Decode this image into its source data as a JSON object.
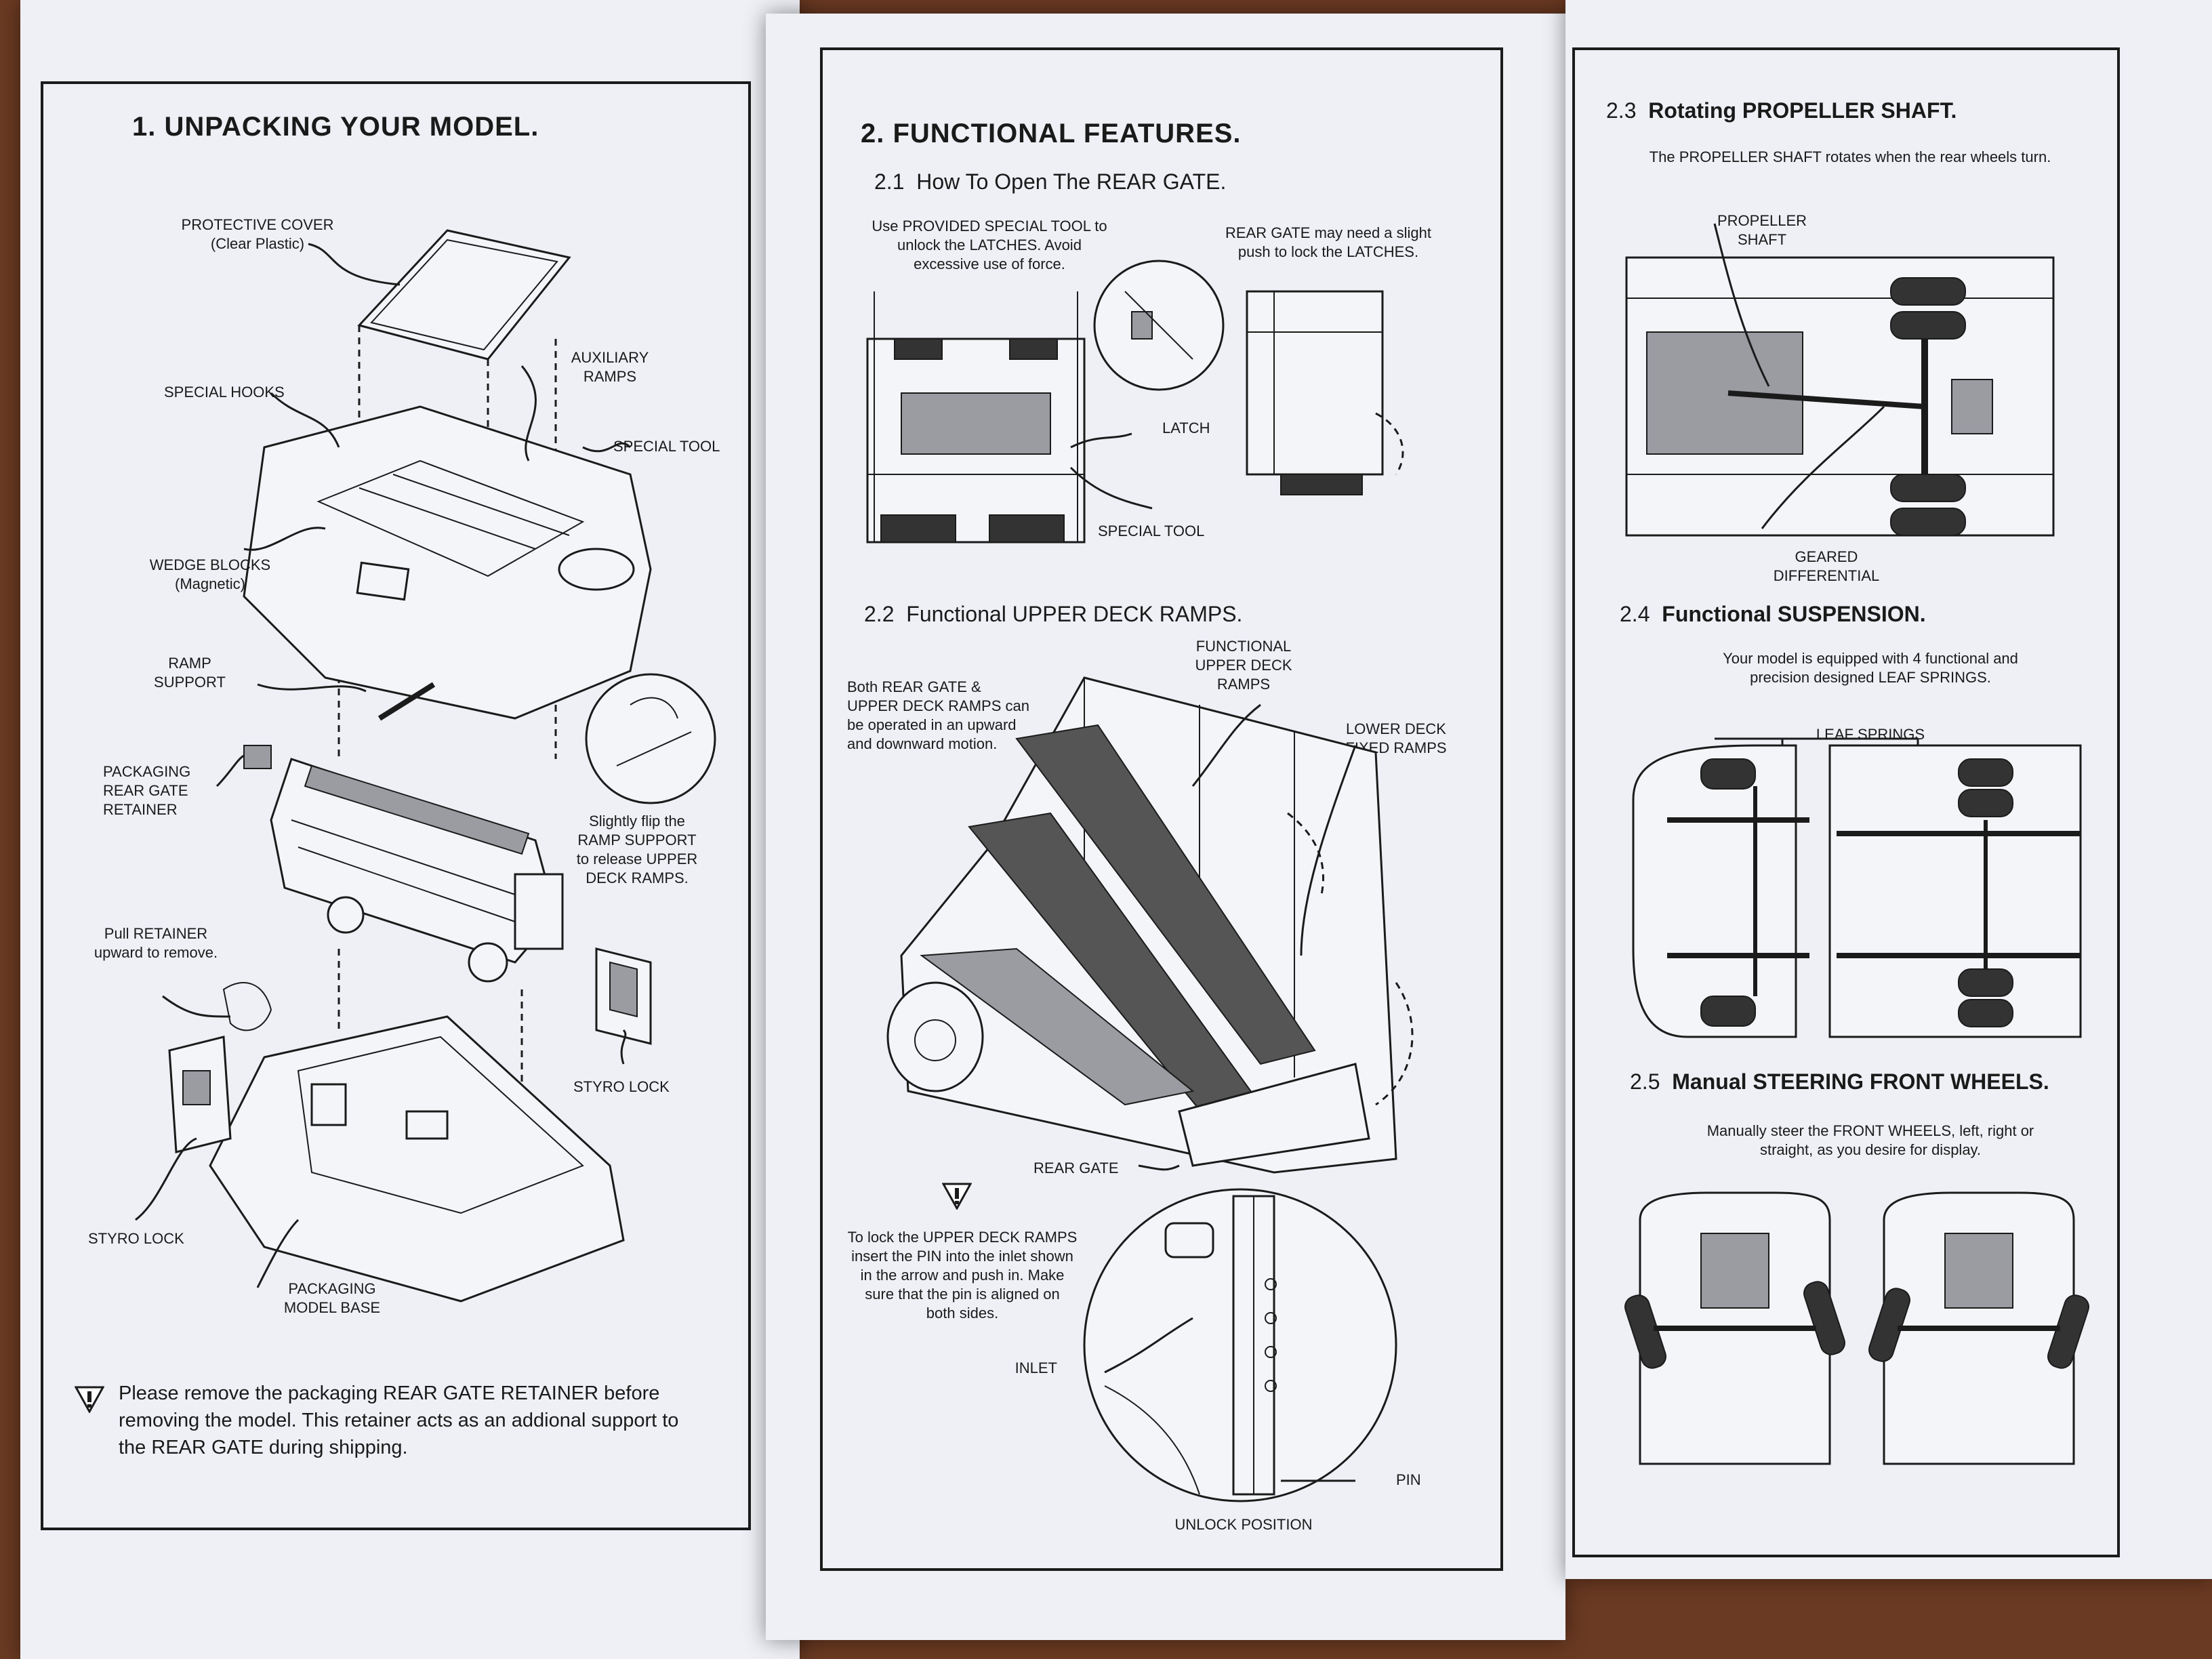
{
  "panel_left": {
    "title": "1.  UNPACKING YOUR MODEL.",
    "labels": {
      "protective_cover": "PROTECTIVE COVER\n(Clear Plastic)",
      "auxiliary_ramps": "AUXILIARY\nRAMPS",
      "special_hooks": "SPECIAL HOOKS",
      "special_tool": "SPECIAL TOOL",
      "wedge_blocks": "WEDGE BLOCKS\n(Magnetic)",
      "ramp_support": "RAMP\nSUPPORT",
      "packaging_retainer": "PACKAGING\nREAR GATE\nRETAINER",
      "flip_note": "Slightly flip the\nRAMP SUPPORT\nto release UPPER\nDECK RAMPS.",
      "pull_retainer": "Pull RETAINER\nupward to remove.",
      "styro_lock_right": "STYRO LOCK",
      "styro_lock_left": "STYRO LOCK",
      "packaging_base": "PACKAGING\nMODEL BASE"
    },
    "note": "Please remove the packaging REAR GATE RETAINER before removing the model. This retainer acts as an addional support to the REAR GATE during shipping."
  },
  "panel_middle": {
    "title": "2.  FUNCTIONAL FEATURES.",
    "sec21": {
      "num": "2.1",
      "title": "How To Open The REAR GATE."
    },
    "tool_note": "Use PROVIDED SPECIAL TOOL to\nunlock the LATCHES.  Avoid\nexcessive use of force.",
    "gate_note": "REAR GATE may need a slight\npush to lock the LATCHES.",
    "latch": "LATCH",
    "special_tool": "SPECIAL TOOL",
    "sec22": {
      "num": "2.2",
      "title": "Functional UPPER DECK RAMPS."
    },
    "ramps_note": "Both REAR GATE &\nUPPER DECK RAMPS can\nbe operated in an upward\nand downward motion.",
    "upper_ramps": "FUNCTIONAL\nUPPER DECK\nRAMPS",
    "lower_ramps": "LOWER DECK\nFIXED RAMPS",
    "rear_gate": "REAR GATE",
    "lock_note": "To lock the UPPER DECK RAMPS\ninsert the PIN into the inlet shown\nin the arrow and push in.  Make\nsure that the pin is aligned on\nboth sides.",
    "inlet": "INLET",
    "pin": "PIN",
    "unlock": "UNLOCK POSITION"
  },
  "panel_right": {
    "sec23": {
      "num": "2.3",
      "title": "Rotating PROPELLER SHAFT."
    },
    "sec23_text": "The PROPELLER SHAFT rotates when the rear wheels turn.",
    "propeller_shaft": "PROPELLER\nSHAFT",
    "geared_diff": "GEARED\nDIFFERENTIAL",
    "sec24": {
      "num": "2.4",
      "title": "Functional SUSPENSION."
    },
    "sec24_text": "Your model is equipped with 4 functional and\nprecision designed LEAF SPRINGS.",
    "leaf_springs": "LEAF SPRINGS",
    "sec25": {
      "num": "2.5",
      "title": "Manual STEERING FRONT WHEELS."
    },
    "sec25_text": "Manually steer the FRONT WHEELS, left, right or\nstraight, as you desire for display."
  },
  "colors": {
    "paper": "#eef0f6",
    "ink": "#1b1b1b",
    "table": "#6b3a22"
  }
}
